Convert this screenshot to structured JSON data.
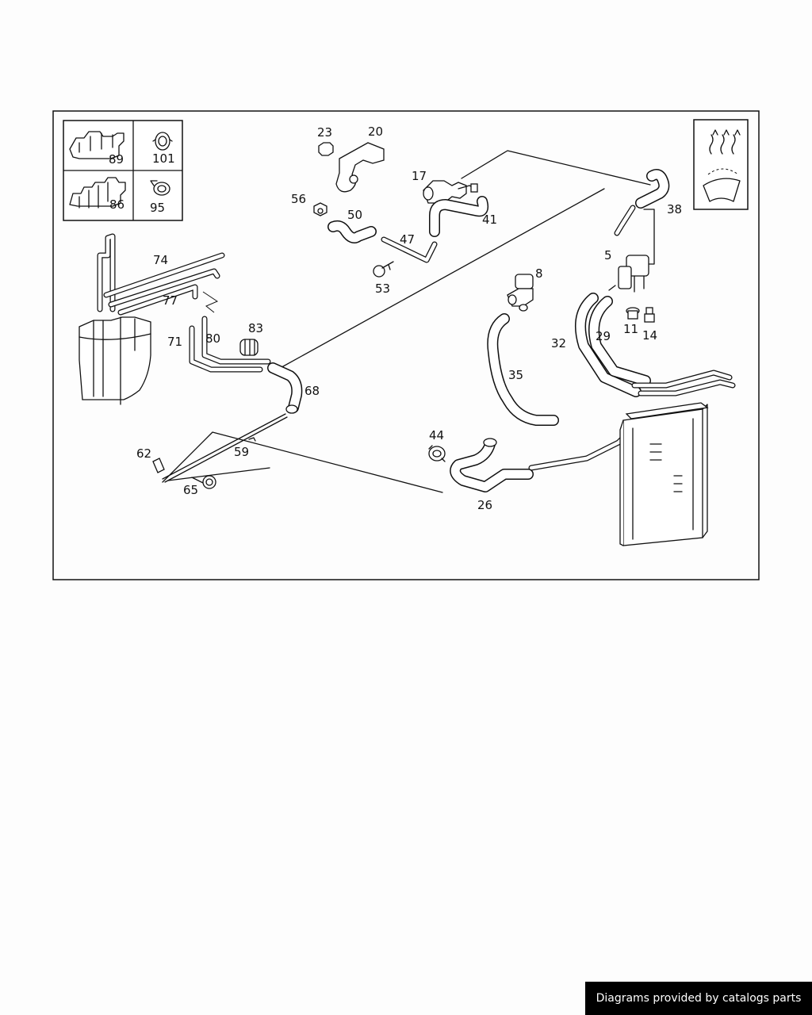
{
  "callouts": [
    "89",
    "101",
    "86",
    "95",
    "23",
    "20",
    "17",
    "56",
    "50",
    "47",
    "41",
    "53",
    "38",
    "5",
    "8",
    "11",
    "14",
    "74",
    "77",
    "71",
    "80",
    "83",
    "68",
    "32",
    "29",
    "35",
    "62",
    "59",
    "65",
    "44",
    "26"
  ],
  "footer": {
    "credit": "Diagrams provided by catalogs parts"
  },
  "icons": {
    "legend": "heater-defroster-symbol"
  }
}
